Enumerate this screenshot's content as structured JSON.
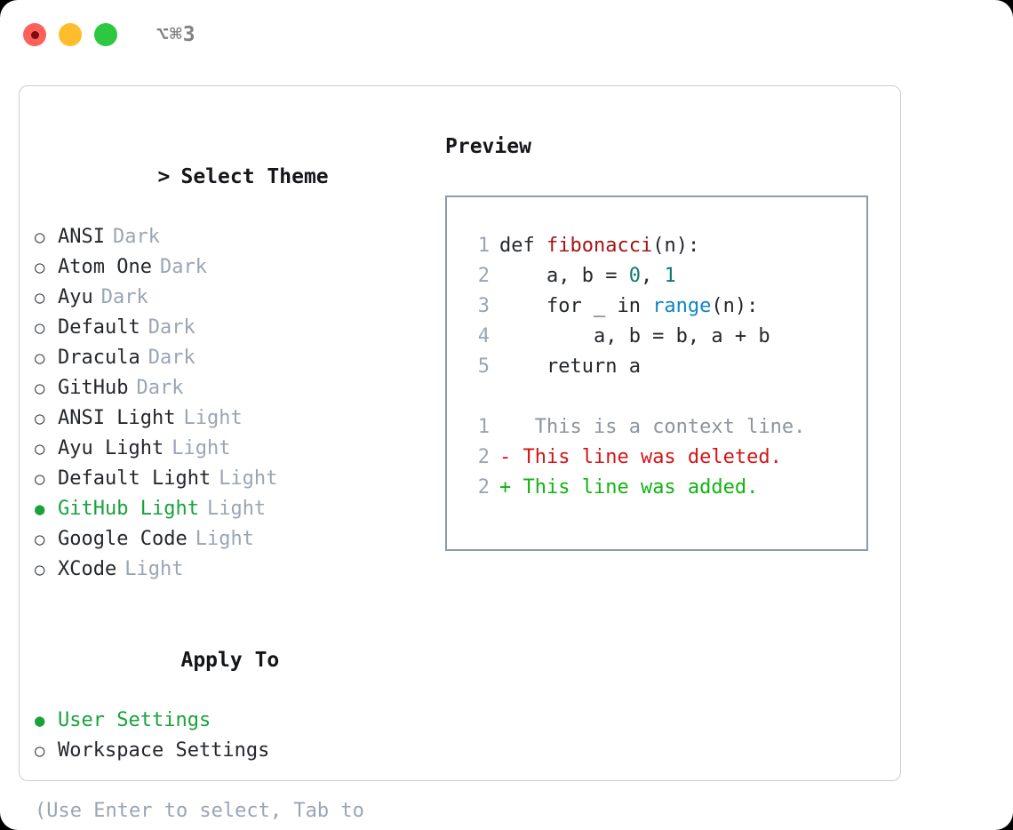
{
  "titlebar": {
    "shortcut": "⌥⌘3",
    "buttons": [
      "close",
      "minimize",
      "zoom"
    ]
  },
  "theme_section": {
    "prompt": ">",
    "heading": "Select Theme",
    "options": [
      {
        "name": "ANSI",
        "tag": "Dark",
        "selected": false
      },
      {
        "name": "Atom One",
        "tag": "Dark",
        "selected": false
      },
      {
        "name": "Ayu",
        "tag": "Dark",
        "selected": false
      },
      {
        "name": "Default",
        "tag": "Dark",
        "selected": false
      },
      {
        "name": "Dracula",
        "tag": "Dark",
        "selected": false
      },
      {
        "name": "GitHub",
        "tag": "Dark",
        "selected": false
      },
      {
        "name": "ANSI Light",
        "tag": "Light",
        "selected": false
      },
      {
        "name": "Ayu Light",
        "tag": "Light",
        "selected": false
      },
      {
        "name": "Default Light",
        "tag": "Light",
        "selected": false
      },
      {
        "name": "GitHub Light",
        "tag": "Light",
        "selected": true
      },
      {
        "name": "Google Code",
        "tag": "Light",
        "selected": false
      },
      {
        "name": "XCode",
        "tag": "Light",
        "selected": false
      }
    ]
  },
  "apply_section": {
    "heading": "Apply To",
    "options": [
      {
        "name": "User Settings",
        "selected": true
      },
      {
        "name": "Workspace Settings",
        "selected": false
      }
    ]
  },
  "hint": "(Use Enter to select, Tab to change focus)",
  "preview": {
    "title": "Preview",
    "code_lines": [
      {
        "no": "1",
        "tokens": [
          {
            "t": "def ",
            "c": "kw"
          },
          {
            "t": "fibonacci",
            "c": "fn"
          },
          {
            "t": "(n):",
            "c": "plain"
          }
        ]
      },
      {
        "no": "2",
        "tokens": [
          {
            "t": "    a, b = ",
            "c": "plain"
          },
          {
            "t": "0",
            "c": "num"
          },
          {
            "t": ", ",
            "c": "plain"
          },
          {
            "t": "1",
            "c": "num"
          }
        ]
      },
      {
        "no": "3",
        "tokens": [
          {
            "t": "    for _ in ",
            "c": "kw"
          },
          {
            "t": "range",
            "c": "call"
          },
          {
            "t": "(n):",
            "c": "plain"
          }
        ]
      },
      {
        "no": "4",
        "tokens": [
          {
            "t": "        a, b = b, a + b",
            "c": "plain"
          }
        ]
      },
      {
        "no": "5",
        "tokens": [
          {
            "t": "    return a",
            "c": "kw"
          }
        ]
      }
    ],
    "diff_lines": [
      {
        "no": "1",
        "marker": " ",
        "text": "  This is a context line.",
        "kind": "ctx"
      },
      {
        "no": "2",
        "marker": "-",
        "text": " This line was deleted.",
        "kind": "del"
      },
      {
        "no": "2",
        "marker": "+",
        "text": " This line was added.",
        "kind": "add"
      }
    ]
  },
  "colors": {
    "accent_green": "#18a23c",
    "muted": "#9aa5b4",
    "text": "#24272c",
    "border": "#c7ced8",
    "preview_border": "#8d9bac",
    "fn_red": "#a31515",
    "num_teal": "#0d7a72",
    "call_blue": "#0f85c6",
    "diff_del": "#d31515",
    "diff_add": "#12b312"
  }
}
